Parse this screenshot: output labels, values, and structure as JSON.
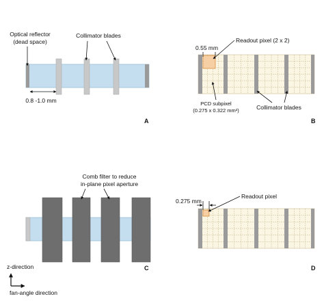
{
  "colors": {
    "detector_fill": "#c5deef",
    "detector_stroke": "#9bbfd6",
    "blade_light": "#c8c8c8",
    "blade_mid": "#9a9a9a",
    "comb_dark": "#6e6e6e",
    "pixel_fill": "#fbf5e3",
    "pixel_grid": "#b9a877",
    "readout_fill": "#f6cfa4",
    "readout_stroke": "#d98b3a",
    "text": "#111111"
  },
  "panel_a": {
    "letter": "A",
    "reflector_label_1": "Optical reflector",
    "reflector_label_2": "(dead space)",
    "blades_label": "Collimator blades",
    "spacing_label": "0.8 -1.0 mm"
  },
  "panel_b": {
    "letter": "B",
    "width_label": "0.55 mm",
    "readout_label": "Readout pixel (2 x 2)",
    "subpixel_label_1": "PCD subpixel",
    "subpixel_label_2": "(0.275 x 0.322 mm²)",
    "blades_label": "Collimator blades"
  },
  "panel_c": {
    "letter": "C",
    "comb_label_1": "Comb filter to reduce",
    "comb_label_2": "in-plane pixel aperture"
  },
  "panel_d": {
    "letter": "D",
    "width_label": "0.275 mm",
    "readout_label": "Readout pixel"
  },
  "axes": {
    "z_label": "z-direction",
    "fan_label": "fan-angle direction"
  }
}
